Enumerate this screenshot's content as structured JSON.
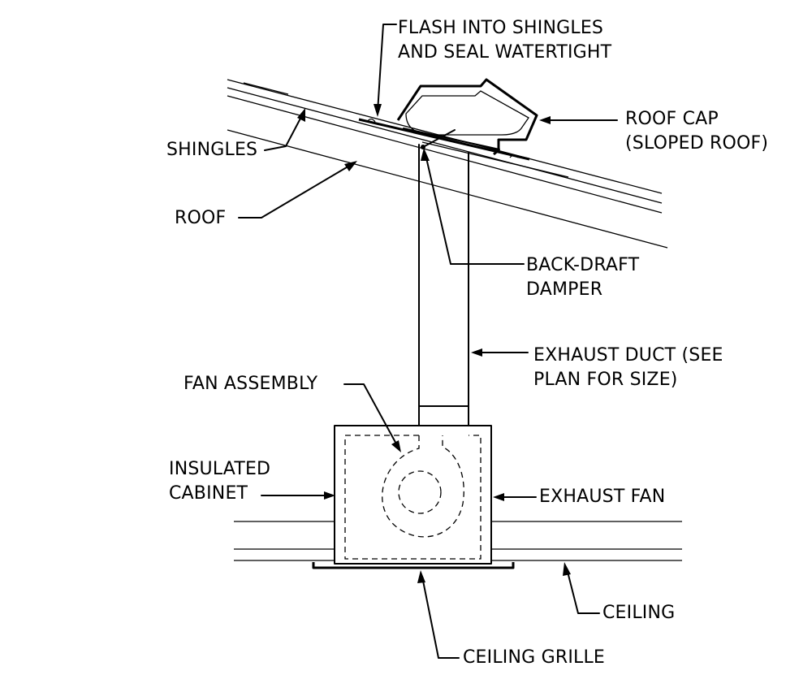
{
  "labels": {
    "flash_line1": "FLASH INTO SHINGLES",
    "flash_line2": "AND SEAL WATERTIGHT",
    "roof_cap_line1": "ROOF CAP",
    "roof_cap_line2": "(SLOPED ROOF)",
    "shingles": "SHINGLES",
    "roof": "ROOF",
    "damper_line1": "BACK-DRAFT",
    "damper_line2": "DAMPER",
    "duct_line1": "EXHAUST DUCT (SEE",
    "duct_line2": "PLAN FOR SIZE)",
    "fan_assembly": "FAN ASSEMBLY",
    "cabinet_line1": "INSULATED",
    "cabinet_line2": "CABINET",
    "exhaust_fan": "EXHAUST FAN",
    "ceiling": "CEILING",
    "ceiling_grille": "CEILING GRILLE"
  }
}
